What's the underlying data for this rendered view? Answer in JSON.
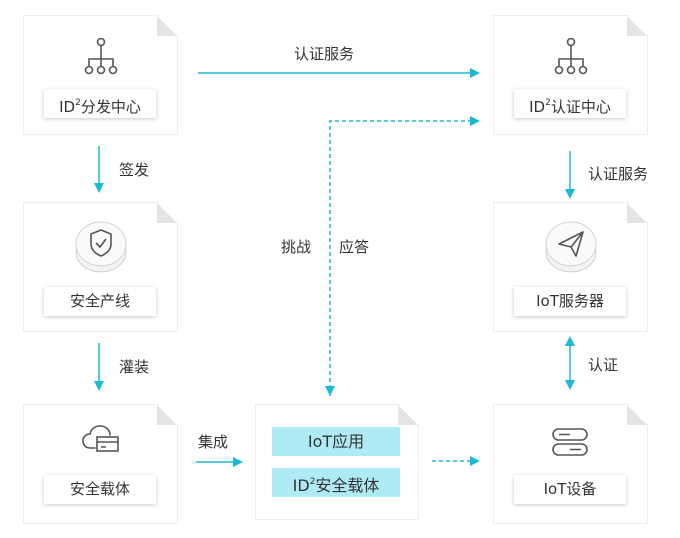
{
  "nodes": {
    "id2_issue_center": {
      "prefix": "ID",
      "sup": "2",
      "text": "分发中心"
    },
    "id2_auth_center": {
      "prefix": "ID",
      "sup": "2",
      "text": "认证中心"
    },
    "secure_line": {
      "text": "安全产线"
    },
    "iot_server": {
      "text": "IoT服务器"
    },
    "secure_carrier": {
      "text": "安全载体"
    },
    "iot_app_box": {
      "line1": "IoT应用",
      "line2_prefix": "ID",
      "line2_sup": "2",
      "line2_text": "安全载体"
    },
    "iot_device": {
      "text": "IoT设备"
    }
  },
  "edges": {
    "auth_service_top": "认证服务",
    "issue": "签发",
    "auth_service_right": "认证服务",
    "challenge": "挑战",
    "response": "应答",
    "fill": "灌装",
    "auth": "认证",
    "integrate": "集成"
  },
  "colors": {
    "accent": "#1ab9d6",
    "inner_box": "#aeebf5"
  },
  "icons": [
    "hierarchy-icon",
    "hierarchy-icon",
    "shield-check-icon",
    "paper-plane-icon",
    "cloud-card-icon",
    "server-icon"
  ]
}
